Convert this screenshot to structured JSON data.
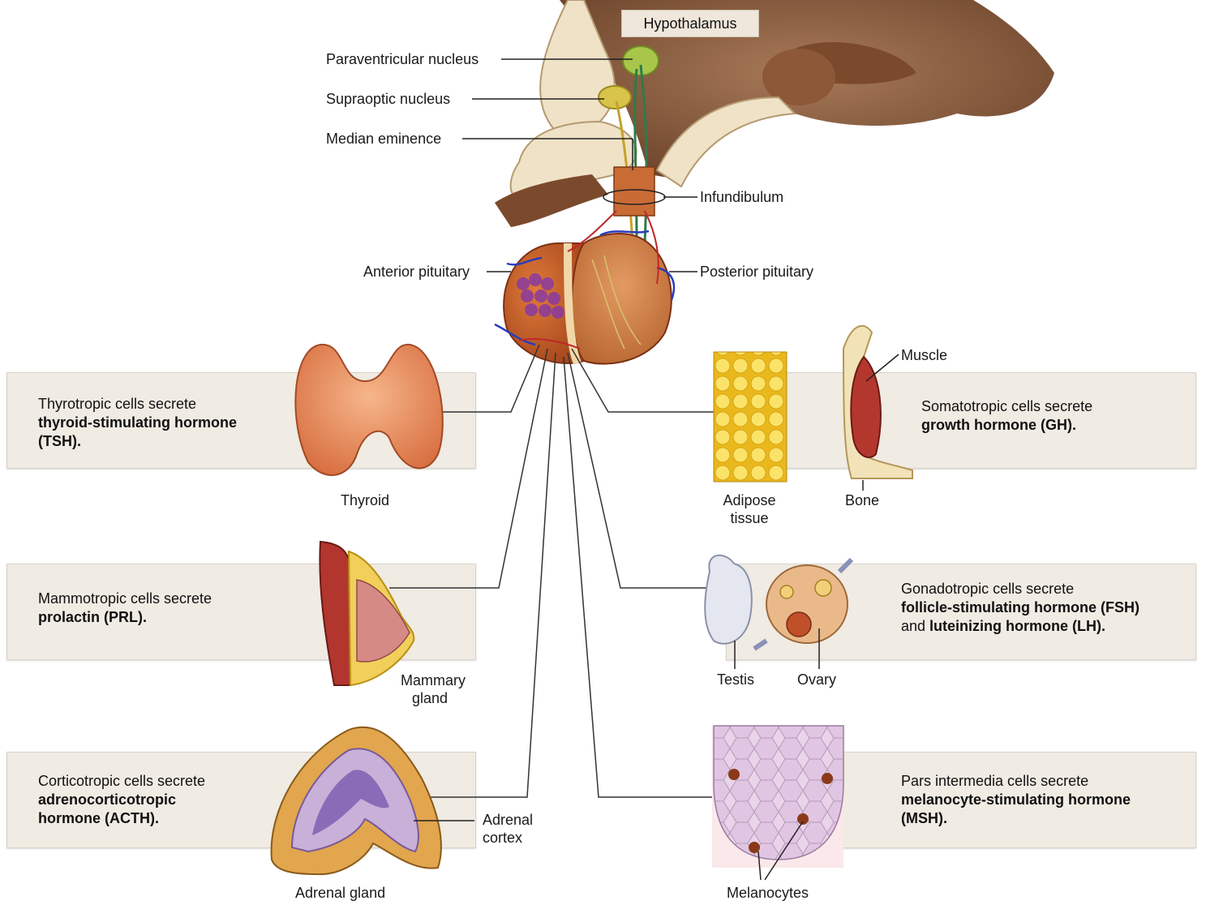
{
  "header": {
    "hypothalamus": "Hypothalamus"
  },
  "brain_labels": {
    "paraventricular": "Paraventricular nucleus",
    "supraoptic": "Supraoptic nucleus",
    "median_eminence": "Median eminence",
    "infundibulum": "Infundibulum",
    "anterior_pituitary": "Anterior pituitary",
    "posterior_pituitary": "Posterior pituitary"
  },
  "panels": {
    "tsh": {
      "line1": "Thyrotropic cells secrete",
      "bold1": "thyroid-stimulating hormone",
      "bold2": "(TSH)."
    },
    "prl": {
      "line1": "Mammotropic cells secrete",
      "bold1": "prolactin (PRL)."
    },
    "acth": {
      "line1": "Corticotropic cells secrete",
      "bold1": "adrenocorticotropic",
      "bold2": "hormone (ACTH)."
    },
    "gh": {
      "line1": "Somatotropic cells secrete",
      "bold1": "growth hormone (GH)."
    },
    "fsh": {
      "line1": "Gonadotropic cells secrete",
      "bold1": "follicle-stimulating hormone (FSH)",
      "plain2": "and ",
      "bold2": "luteinizing hormone (LH)."
    },
    "msh": {
      "line1": "Pars intermedia cells secrete",
      "bold1": "melanocyte-stimulating hormone",
      "bold2": "(MSH)."
    }
  },
  "organ_labels": {
    "thyroid": "Thyroid",
    "mammary1": "Mammary",
    "mammary2": "gland",
    "adrenal_cortex1": "Adrenal",
    "adrenal_cortex2": "cortex",
    "adrenal_gland": "Adrenal gland",
    "adipose1": "Adipose",
    "adipose2": "tissue",
    "muscle": "Muscle",
    "bone": "Bone",
    "testis": "Testis",
    "ovary": "Ovary",
    "melanocytes": "Melanocytes"
  }
}
